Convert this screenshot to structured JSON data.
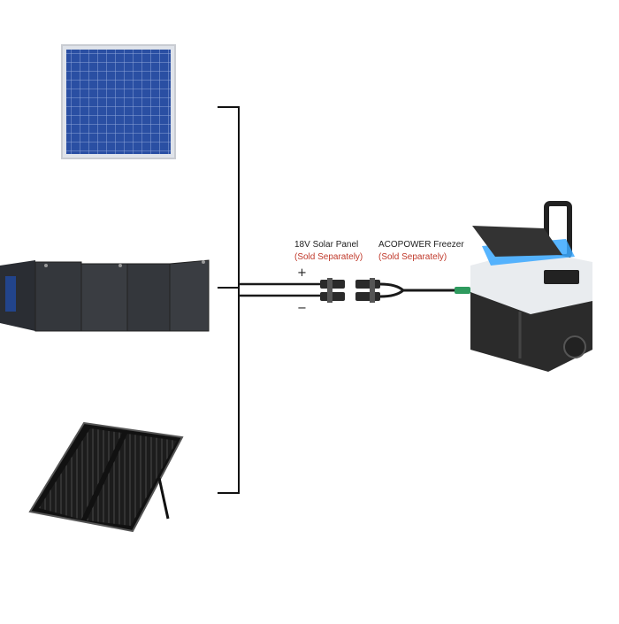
{
  "labels": {
    "panel_title": "18V Solar Panel",
    "panel_note": "(Sold Separately)",
    "freezer_title": "ACOPOWER Freezer",
    "freezer_note": "(Sold Separately)",
    "plus_sign": "+",
    "minus_sign": "−"
  },
  "colors": {
    "note": "#c0392b",
    "cable": "#1a1a1a",
    "connector_green": "#2e9a5e",
    "panel_blue": "#1f3f8f",
    "panel_dark": "#2a2a2a",
    "freezer_body": "#2b2b2b",
    "freezer_top": "#e9ecef",
    "freezer_led": "#3aa8ff"
  }
}
